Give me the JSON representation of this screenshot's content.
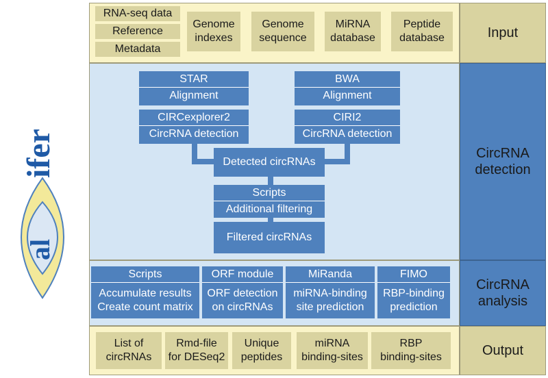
{
  "logo": {
    "text_bottom": "al",
    "text_top": "ifer"
  },
  "sections": {
    "input": "Input",
    "detection": "CircRNA detection",
    "analysis": "CircRNA analysis",
    "output": "Output"
  },
  "input_items": {
    "rnaseq": "RNA-seq data",
    "reference": "Reference",
    "metadata": "Metadata",
    "genome_indexes": "Genome indexes",
    "genome_sequence": "Genome sequence",
    "mirna_db": "MiRNA database",
    "peptide_db": "Peptide database"
  },
  "detection": {
    "star_title": "STAR",
    "star_sub": "Alignment",
    "bwa_title": "BWA",
    "bwa_sub": "Alignment",
    "circexplorer_title": "CIRCexplorer2",
    "circexplorer_sub": "CircRNA detection",
    "ciri_title": "CIRI2",
    "ciri_sub": "CircRNA detection",
    "detected": "Detected circRNAs",
    "scripts_title": "Scripts",
    "scripts_sub": "Additional filtering",
    "filtered": "Filtered circRNAs"
  },
  "analysis": {
    "scripts_title": "Scripts",
    "scripts_l1": "Accumulate results",
    "scripts_l2": "Create count matrix",
    "orf_title": "ORF module",
    "orf_l1": "ORF detection",
    "orf_l2": "on circRNAs",
    "miranda_title": "MiRanda",
    "miranda_l1": "miRNA-binding",
    "miranda_l2": "site prediction",
    "fimo_title": "FIMO",
    "fimo_l1": "RBP-binding",
    "fimo_l2": "prediction"
  },
  "output_items": {
    "list_l1": "List of",
    "list_l2": "circRNAs",
    "rmd_l1": "Rmd-file",
    "rmd_l2": "for DESeq2",
    "unique_l1": "Unique",
    "unique_l2": "peptides",
    "mirna_l1": "miRNA",
    "mirna_l2": "binding-sites",
    "rbp_l1": "RBP",
    "rbp_l2": "binding-sites"
  },
  "colors": {
    "tan_bg": "#faf4c8",
    "tan_header": "#d9d3a0",
    "blue_bg": "#d4e5f4",
    "blue_box": "#4f81bd"
  }
}
